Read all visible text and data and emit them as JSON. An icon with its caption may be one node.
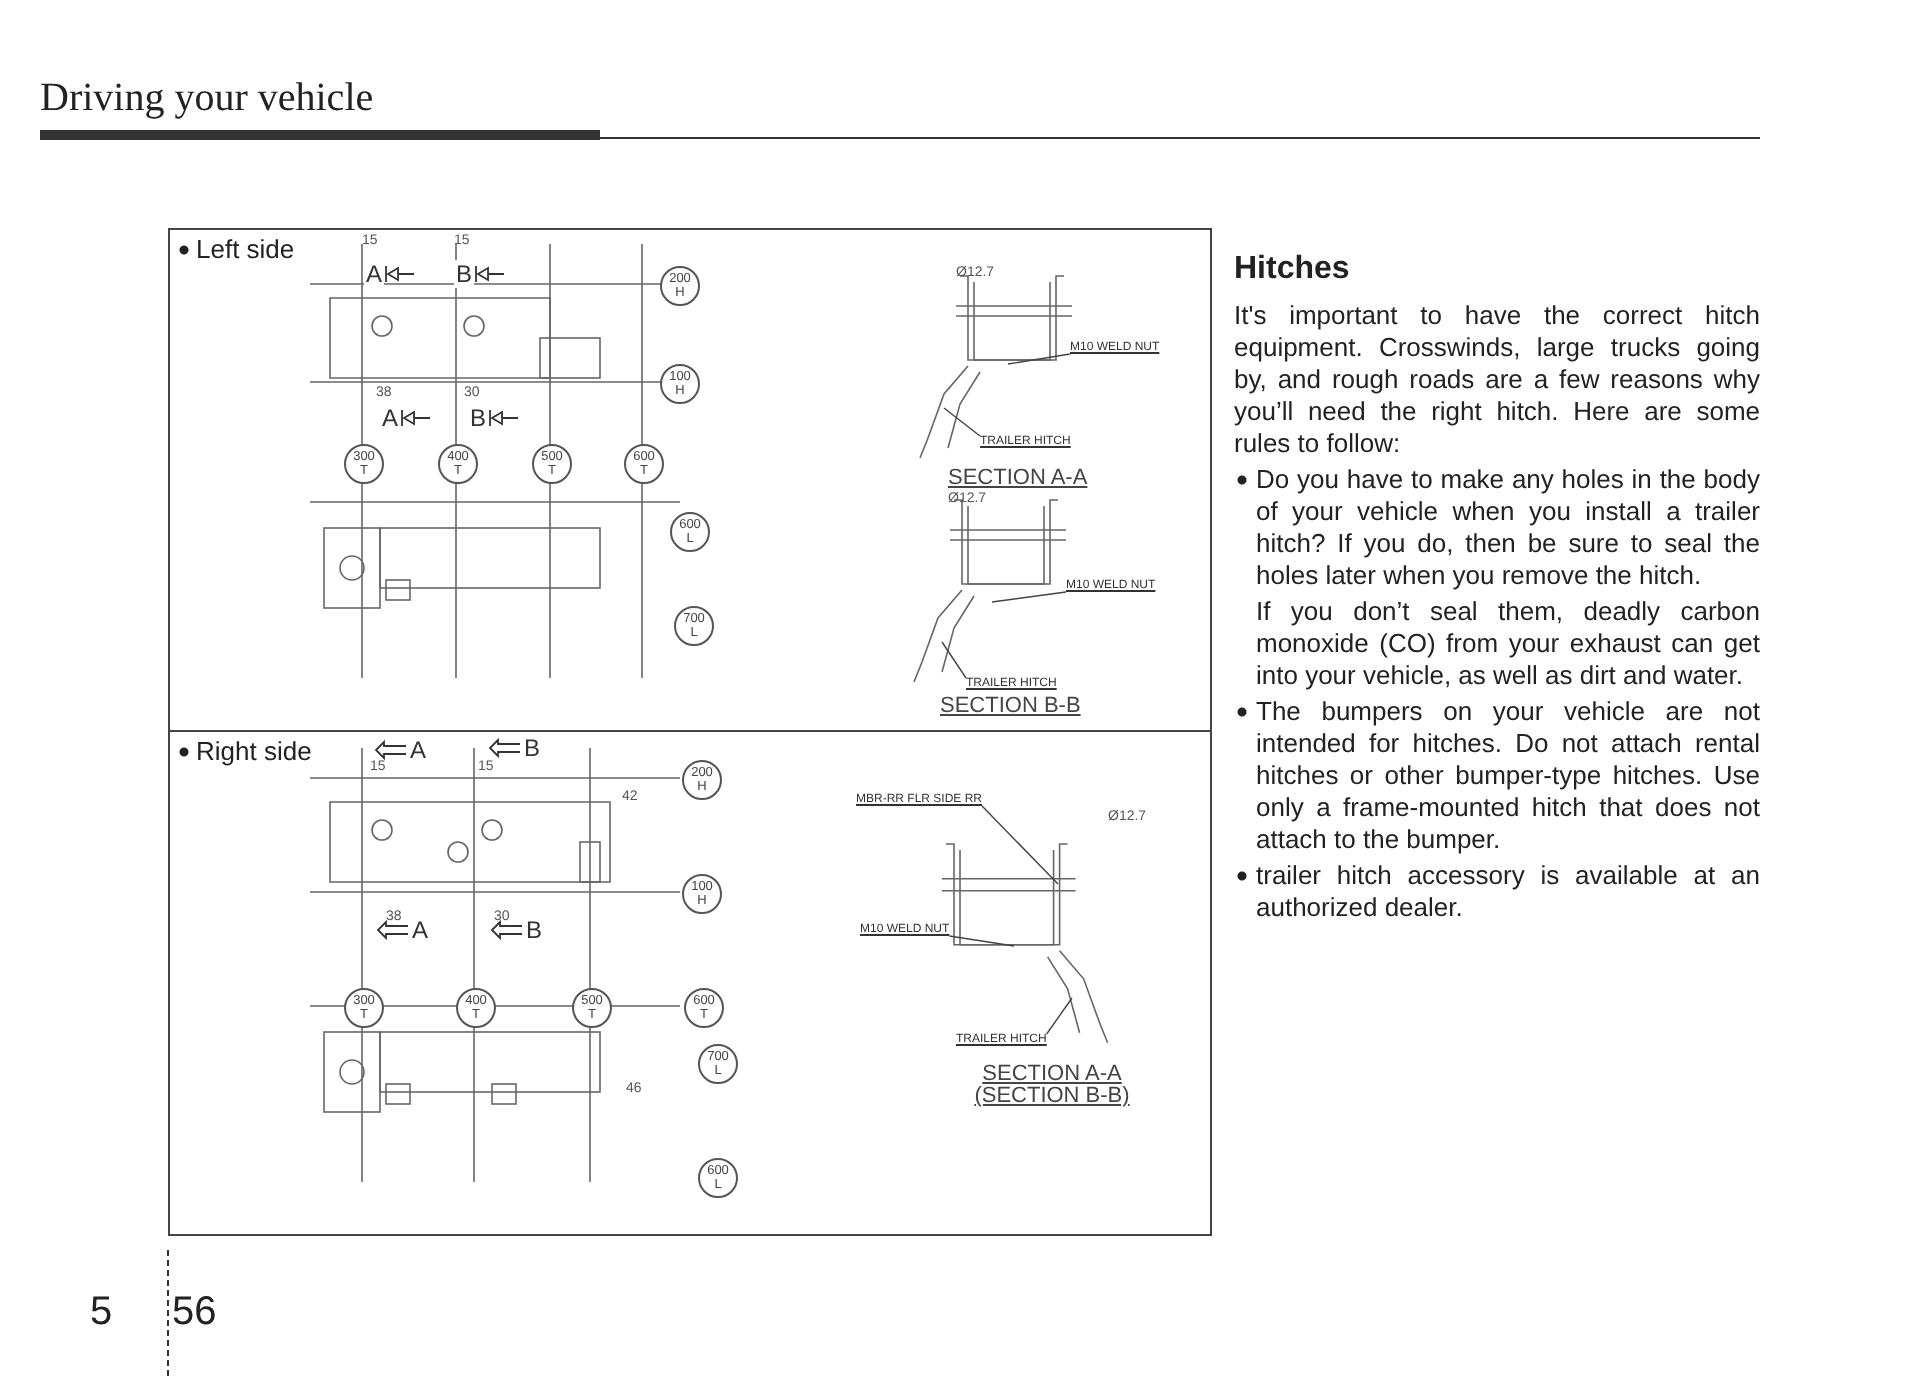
{
  "diagram": {
    "title": "Hitches",
    "nodes": [
      {
        "text": [
          "Left side"
        ]
      },
      {
        "text": [
          "200 H"
        ],
        "in": 0
      },
      {
        "text": [
          "100 H"
        ],
        "in": 0
      },
      {
        "text": [
          "300 T"
        ],
        "in": 0
      },
      {
        "text": [
          "400 T"
        ],
        "in": 0
      },
      {
        "text": [
          "500 T"
        ],
        "in": 0
      },
      {
        "text": [
          "600 T"
        ],
        "in": 0
      },
      {
        "text": [
          "600 L"
        ],
        "in": 0
      },
      {
        "text": [
          "700 L"
        ],
        "in": 0
      },
      {
        "text": [
          "M10 WELD NUT"
        ],
        "in": 0
      },
      {
        "text": [
          "TRAILER HITCH"
        ],
        "in": 0
      },
      {
        "text": [
          "M10 WELD NUT"
        ],
        "in": 0
      },
      {
        "text": [
          "TRAILER HITCH"
        ],
        "in": 0
      },
      {
        "text": [
          "Right side"
        ]
      },
      {
        "text": [
          "200 H"
        ],
        "in": 13
      },
      {
        "text": [
          "100 H"
        ],
        "in": 13
      },
      {
        "text": [
          "300 T"
        ],
        "in": 13
      },
      {
        "text": [
          "400 T"
        ],
        "in": 13
      },
      {
        "text": [
          "500 T"
        ],
        "in": 13
      },
      {
        "text": [
          "600 T"
        ],
        "in": 13
      },
      {
        "text": [
          "700 L"
        ],
        "in": 13
      },
      {
        "text": [
          "600 L"
        ],
        "in": 13
      },
      {
        "text": [
          "MBR-RR FLR SIDE RR"
        ],
        "in": 13
      },
      {
        "text": [
          "M10 WELD NUT"
        ],
        "in": 13
      },
      {
        "text": [
          "TRAILER HITCH"
        ],
        "in": 13
      }
    ],
    "edges": [
      {
        "from": 9,
        "to": null,
        "arrow": "none"
      },
      {
        "from": 10,
        "to": null,
        "arrow": "none"
      },
      {
        "from": 11,
        "to": null,
        "arrow": "none"
      },
      {
        "from": 12,
        "to": null,
        "arrow": "none"
      },
      {
        "from": 22,
        "to": null,
        "arrow": "none"
      },
      {
        "from": 23,
        "to": null,
        "arrow": "none"
      },
      {
        "from": 24,
        "to": null,
        "arrow": "none"
      }
    ],
    "labels": [
      "Driving your vehicle",
      "15",
      "15",
      "38",
      "30",
      "A",
      "B",
      "A",
      "B",
      "Ø12.7",
      "SECTION A-A",
      "Ø12.7",
      "SECTION B-B",
      "A",
      "B",
      "15",
      "15",
      "42",
      "38",
      "30",
      "A",
      "B",
      "46",
      "Ø12.7",
      "SECTION A-A (SECTION B-B)",
      "It's important to have the correct hitch equipment. Crosswinds, large trucks going by, and rough roads are a few reasons why you’ll need the right hitch. Here are some rules to follow:",
      "Do you have to make any holes in the body of your vehicle when you install a trailer hitch? If you do, then be sure to seal the holes later when you remove the hitch.",
      "If you don’t seal them, deadly carbon monoxide (CO) from your exhaust can get into your vehicle, as well as dirt and water.",
      "The bumpers on your vehicle are not intended for hitches. Do not attach rental hitches or other bumper-type hitches. Use only a frame-mounted hitch that does not attach to the bumper.",
      "trailer hitch accessory is available at an authorized dealer.",
      "5",
      "56"
    ]
  }
}
